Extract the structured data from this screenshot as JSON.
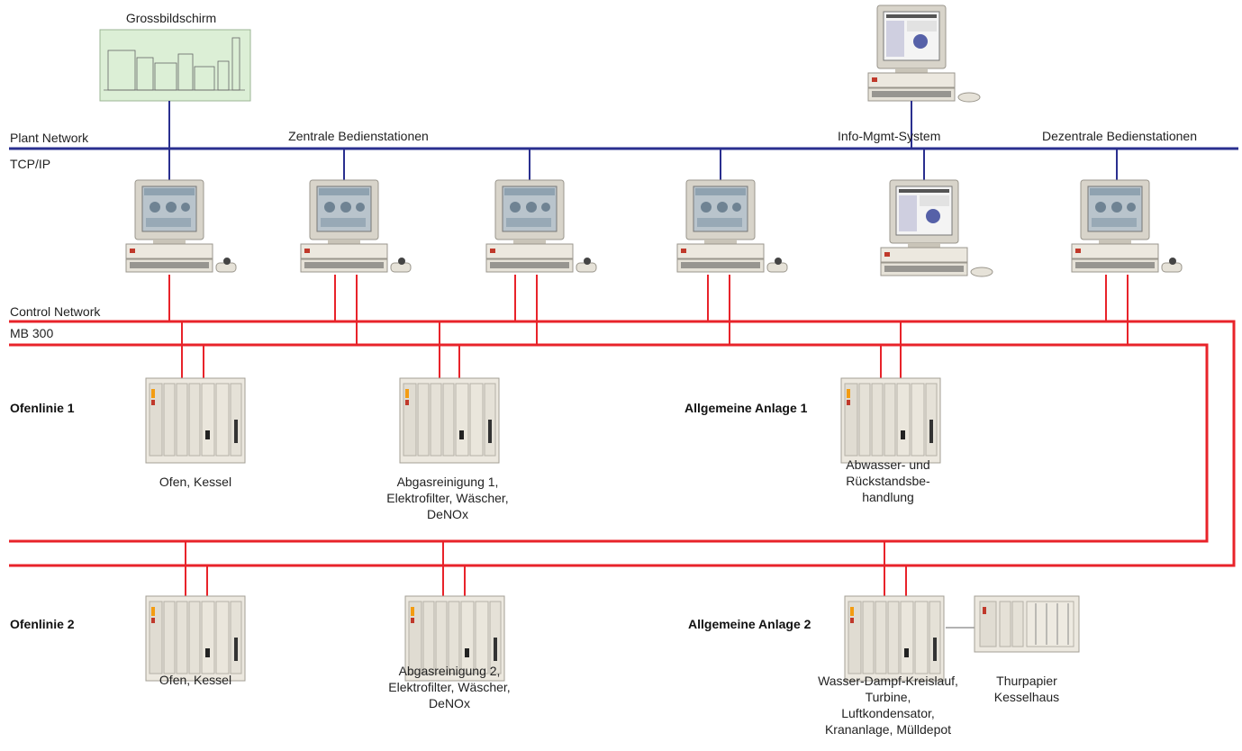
{
  "labels": {
    "big_screen": "Grossbildschirm",
    "plant_network": "Plant Network",
    "tcpip": "TCP/IP",
    "central_stations": "Zentrale Bedienstationen",
    "info_mgmt": "Info-Mgmt-System",
    "decentral_stations": "Dezentrale Bedienstationen",
    "control_network": "Control Network",
    "mb300": "MB 300"
  },
  "lines": {
    "ofenlinie1": "Ofenlinie 1",
    "allg1": "Allgemeine Anlage 1",
    "ofenlinie2": "Ofenlinie 2",
    "allg2": "Allgemeine Anlage 2"
  },
  "units": {
    "u1": [
      "Ofen, Kessel"
    ],
    "u2": [
      "Abgasreinigung 1,",
      "Elektrofilter, Wäscher,",
      "DeNOx"
    ],
    "u3": [
      "Abwasser- und",
      "Rückstandsbe-",
      "handlung"
    ],
    "u4": [
      "Ofen, Kessel"
    ],
    "u5": [
      "Abgasreinigung 2,",
      "Elektrofilter, Wäscher,",
      "DeNOx"
    ],
    "u6": [
      "Wasser-Dampf-Kreislauf,",
      "Turbine,",
      "Luftkondensator,",
      "Krananlage, Mülldepot"
    ],
    "u7": [
      "Thurpapier",
      "Kesselhaus"
    ]
  },
  "colors": {
    "plant_network": "#2a2f8f",
    "control_network": "#e8232a",
    "device_body": "#e9e5dc",
    "screen_frame": "#c9c4b8",
    "big_screen_bg": "#dcefd6"
  }
}
